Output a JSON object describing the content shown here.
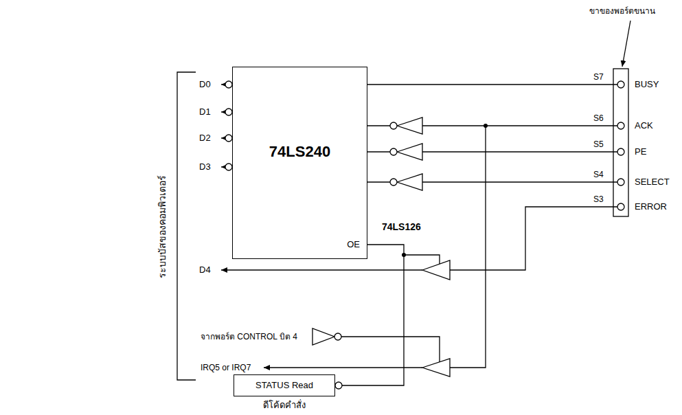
{
  "diagram": {
    "nodes": [
      {
        "text": [
          "74LS240",
          "OE"
        ]
      },
      {
        "text": [
          "STATUS Read",
          "ดีโค้ดคำสั่ง"
        ]
      }
    ],
    "edges": [
      {
        "from": 1,
        "to": 0,
        "arrow": "none"
      }
    ],
    "labels": [
      "ขาของพอร์ตขนาน",
      "ระบบบัสของคอมพิวเตอร์",
      "D0",
      "D1",
      "D2",
      "D3",
      "D4",
      "S7",
      "BUSY",
      "S6",
      "ACK",
      "S5",
      "PE",
      "S4",
      "SELECT",
      "S3",
      "ERROR",
      "74LS126",
      "จากพอร์ต CONTROL บิต 4",
      "IRQ5 or IRQ7"
    ]
  }
}
